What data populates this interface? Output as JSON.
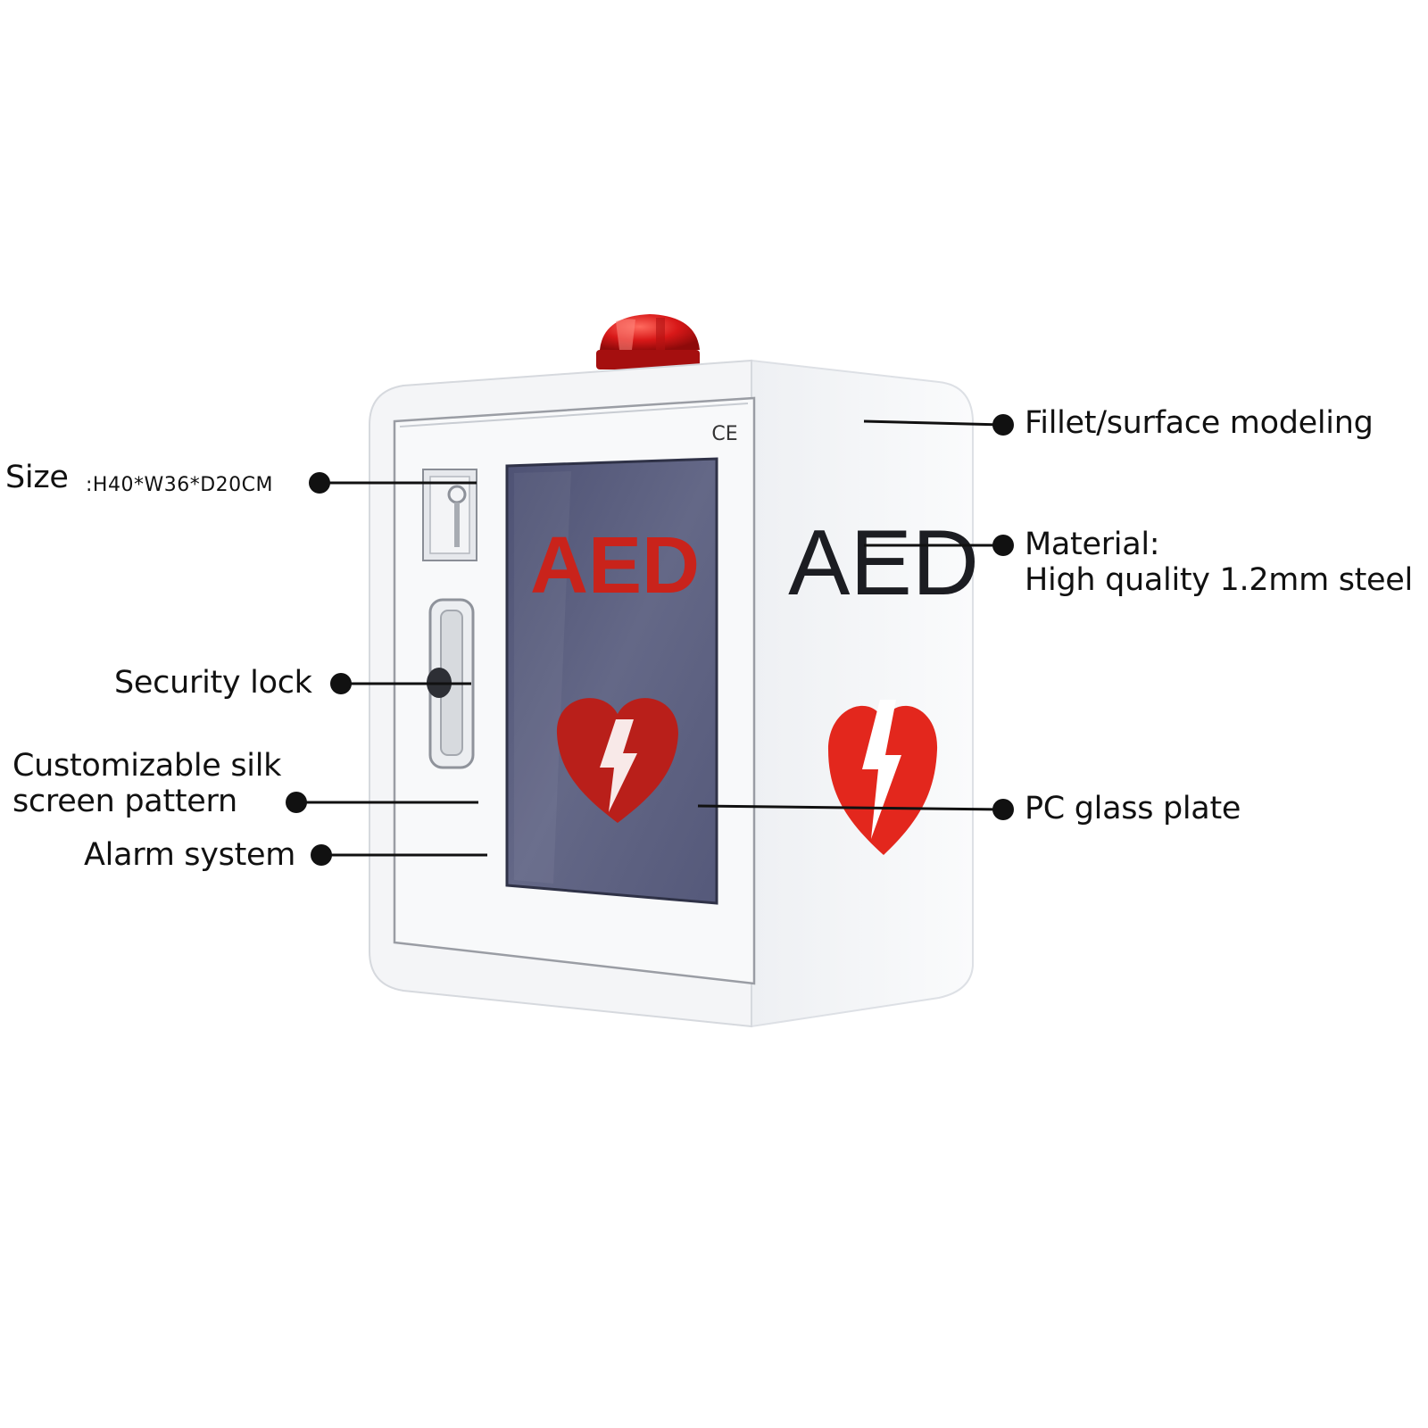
{
  "labels": {
    "size_label": "Size",
    "size_value": ":H40*W36*D20CM",
    "security_lock": "Security lock",
    "silk_screen_line1": "Customizable silk",
    "silk_screen_line2": "screen pattern",
    "alarm_system": "Alarm system",
    "fillet": "Fillet/surface modeling",
    "material_line1": "Material:",
    "material_line2": "High quality 1.2mm steel",
    "pc_glass": "PC glass plate"
  },
  "cabinet": {
    "front_sign": "AED",
    "side_sign": "AED",
    "certification_mark": "CE"
  },
  "colors": {
    "background": "#ffffff",
    "cabinet_white": "#f4f5f7",
    "glass": "#5b5f80",
    "brand_red": "#e3271d",
    "alarm_red": "#d81818",
    "callout_line": "#111111"
  }
}
